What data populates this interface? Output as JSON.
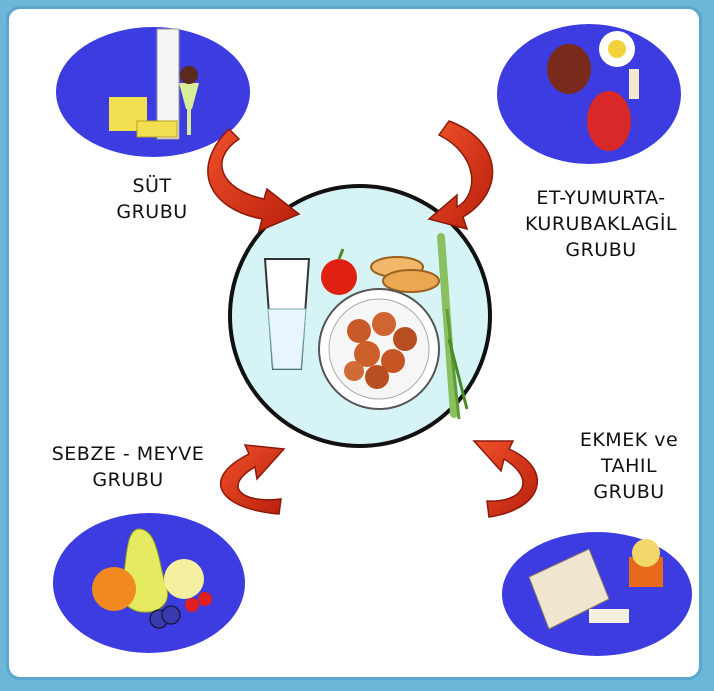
{
  "groups": {
    "sut": {
      "line1": "SÜT",
      "line2": "GRUBU"
    },
    "et": {
      "line1": "ET-YUMURTA-",
      "line2": "KURUBAKLAGİL",
      "line3": "GRUBU"
    },
    "sebze": {
      "line1": "SEBZE - MEYVE",
      "line2": "GRUBU"
    },
    "ekmek": {
      "line1": "EKMEK ve",
      "line2": "TAHIL",
      "line3": "GRUBU"
    }
  },
  "colors": {
    "frame_border": "#5aa6cc",
    "group_circle": "#3c3ce0",
    "center_plate": "#d6f3f6",
    "arrow": "#e4321c",
    "arrow_dark": "#a8220f"
  }
}
